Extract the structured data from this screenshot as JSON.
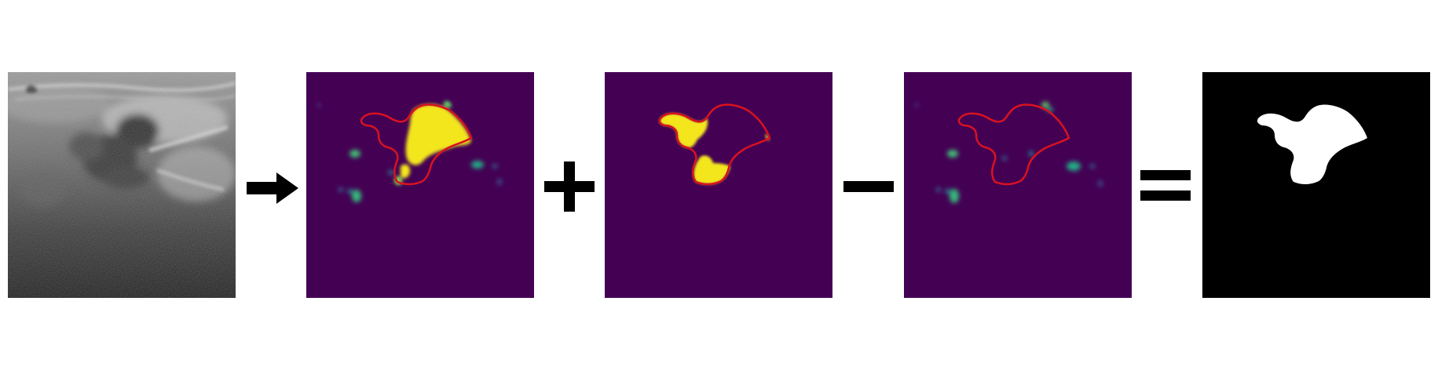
{
  "diagram": {
    "panels": [
      {
        "id": "ultrasound-input",
        "kind": "grayscale ultrasound image"
      },
      {
        "id": "prediction-map",
        "kind": "heatmap with red ground-truth contour"
      },
      {
        "id": "added-region-map",
        "kind": "heatmap with red ground-truth contour"
      },
      {
        "id": "removed-region-map",
        "kind": "heatmap with red ground-truth contour"
      },
      {
        "id": "binary-output-mask",
        "kind": "binary mask"
      }
    ],
    "operators": [
      "arrow",
      "plus",
      "minus",
      "equals"
    ]
  },
  "colors": {
    "heatmap_background": "#440154",
    "heatmap_high": "#f4e61f",
    "heatmap_mid": "#21918c",
    "contour": "#d9121f",
    "mask_background": "#000000",
    "mask_foreground": "#ffffff",
    "operator": "#000000"
  }
}
